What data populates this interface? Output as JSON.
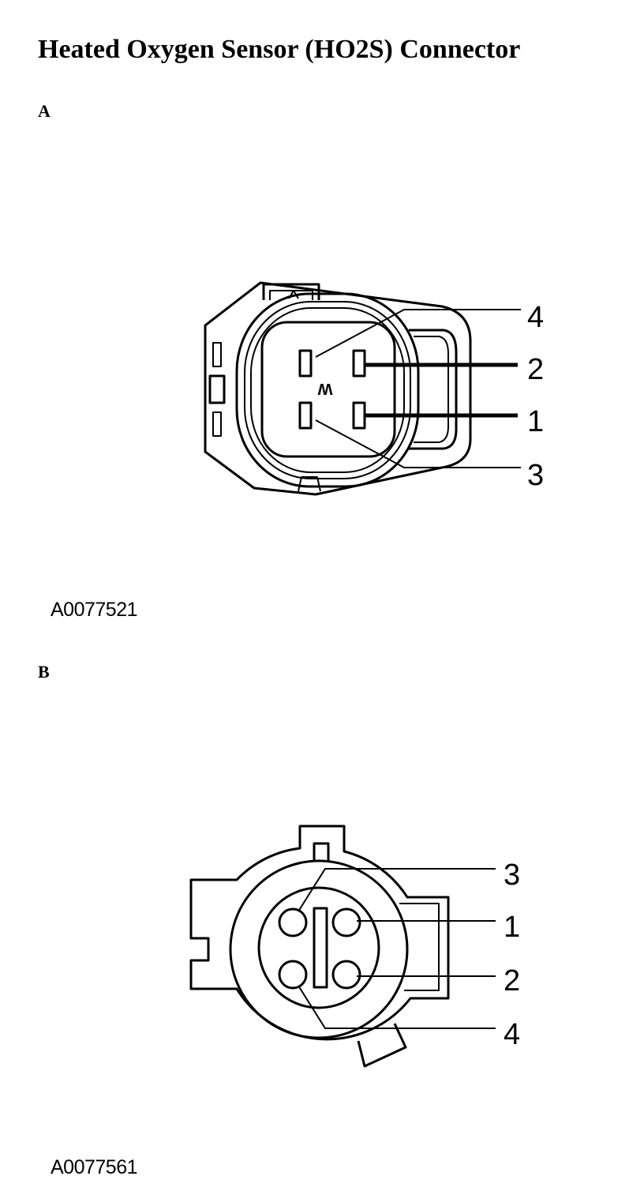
{
  "title": "Heated Oxygen Sensor (HO2S) Connector",
  "connector_a": {
    "label": "A",
    "figure_id": "A0077521",
    "cavity_mark": "W",
    "pins": [
      "4",
      "2",
      "1",
      "3"
    ]
  },
  "connector_b": {
    "label": "B",
    "figure_id": "A0077561",
    "pins": [
      "3",
      "1",
      "2",
      "4"
    ]
  }
}
